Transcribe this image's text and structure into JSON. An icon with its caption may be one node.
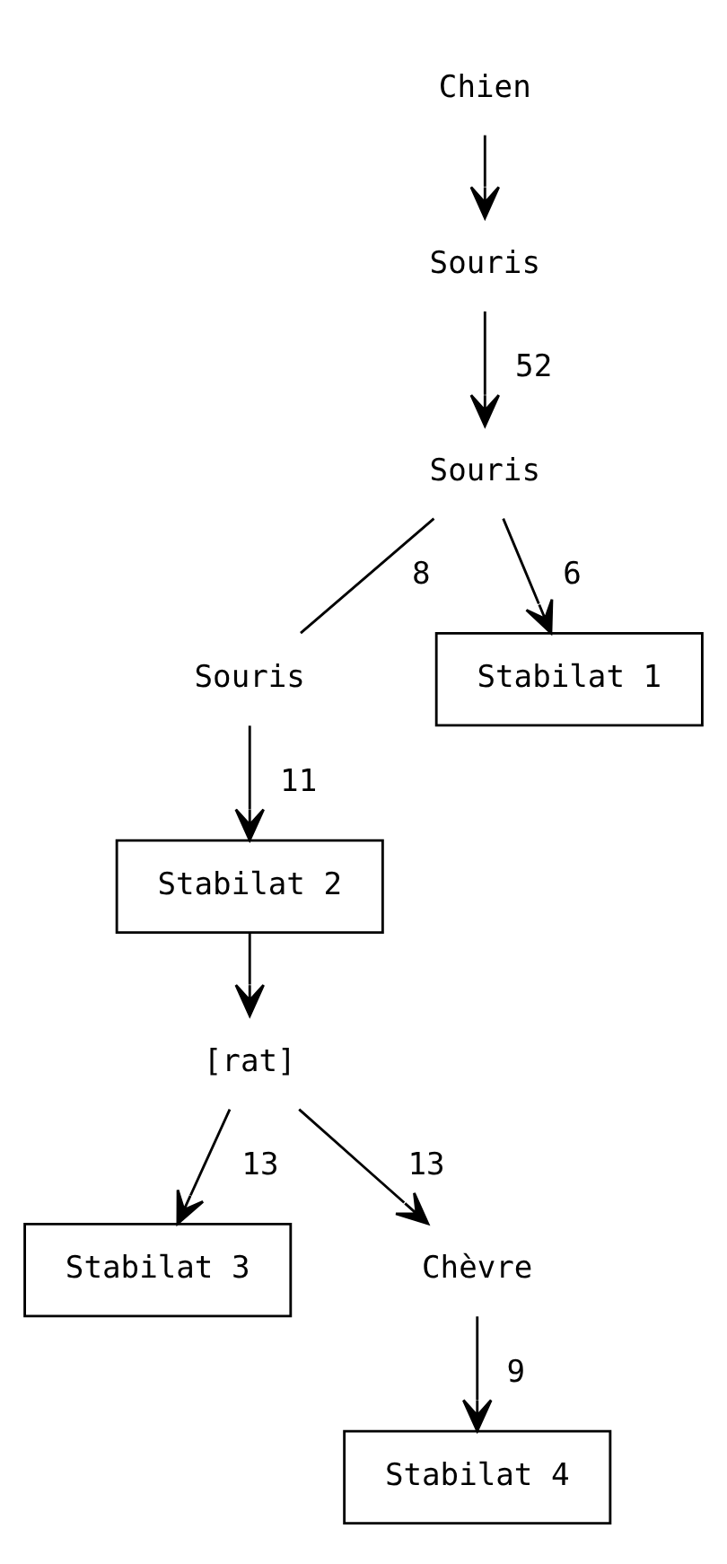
{
  "diagram": {
    "nodes": [
      {
        "text": [
          "Chien"
        ]
      },
      {
        "text": [
          "Souris"
        ]
      },
      {
        "text": [
          "Souris"
        ]
      },
      {
        "text": [
          "Souris"
        ]
      },
      {
        "text": [
          "Stabilat 1"
        ]
      },
      {
        "text": [
          "Stabilat 2"
        ]
      },
      {
        "text": [
          "[rat]"
        ]
      },
      {
        "text": [
          "Stabilat 3"
        ]
      },
      {
        "text": [
          "Chèvre"
        ]
      },
      {
        "text": [
          "Stabilat 4"
        ]
      }
    ],
    "edges": [
      {
        "from": 0,
        "to": 1,
        "arrow": "to"
      },
      {
        "from": 1,
        "to": 2,
        "arrow": "to",
        "label": "52"
      },
      {
        "from": 2,
        "to": 3,
        "arrow": "none",
        "label": "8"
      },
      {
        "from": 2,
        "to": 4,
        "arrow": "to",
        "label": "6"
      },
      {
        "from": 3,
        "to": 5,
        "arrow": "to",
        "label": "11"
      },
      {
        "from": 5,
        "to": 6,
        "arrow": "to"
      },
      {
        "from": 6,
        "to": 7,
        "arrow": "to",
        "label": "13"
      },
      {
        "from": 6,
        "to": 8,
        "arrow": "to",
        "label": "13"
      },
      {
        "from": 8,
        "to": 9,
        "arrow": "to",
        "label": "9"
      }
    ]
  }
}
